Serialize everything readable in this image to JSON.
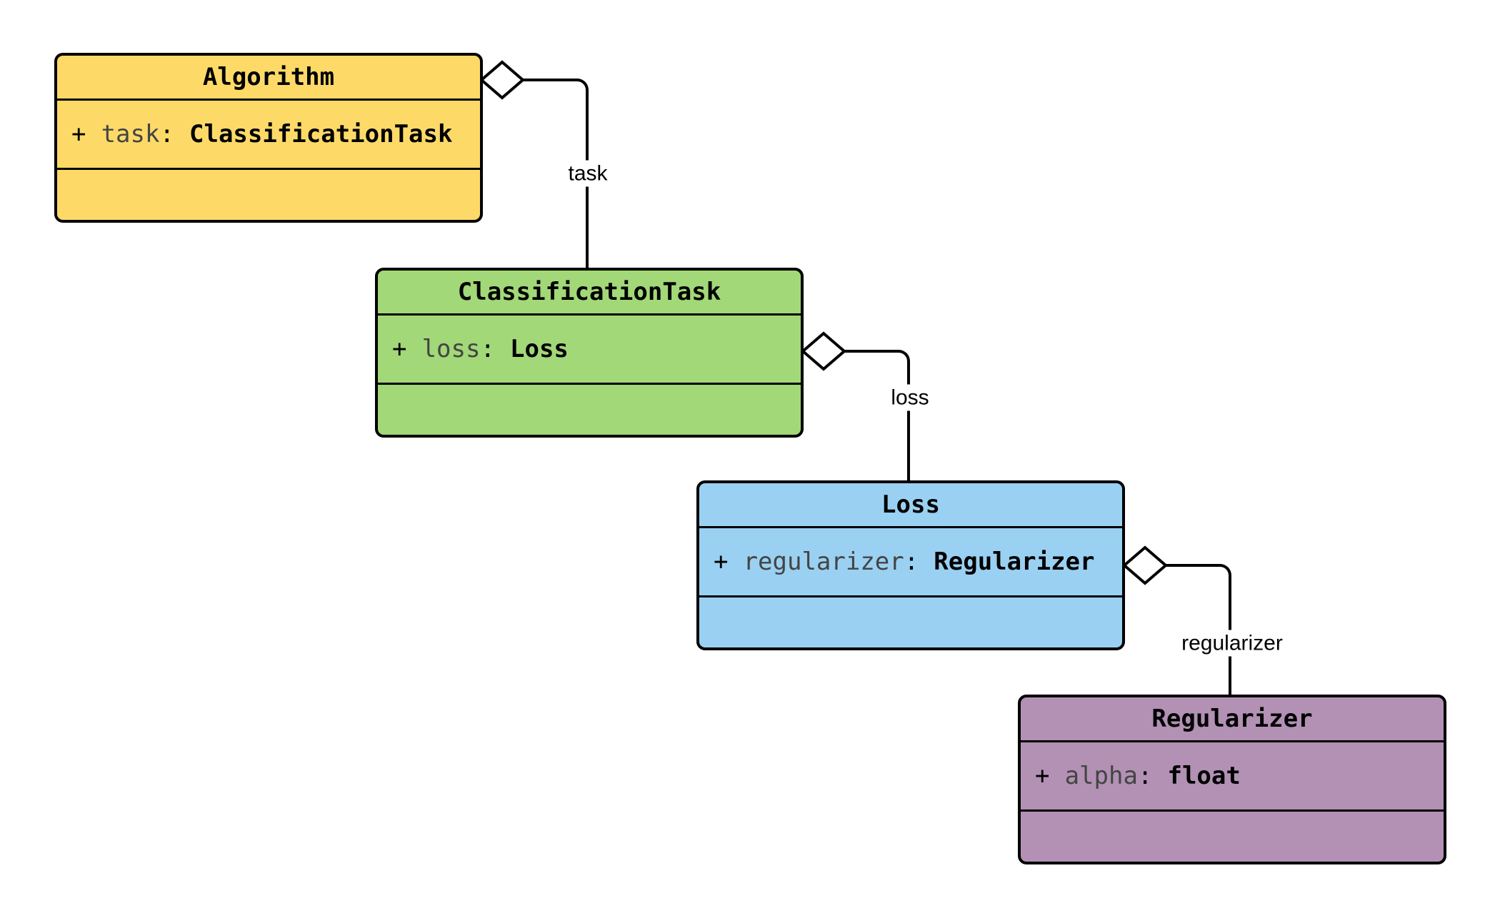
{
  "diagram": {
    "type": "uml-class-diagram",
    "background": "#ffffff",
    "line_color": "#000000",
    "classes": [
      {
        "name": "Algorithm",
        "fill": "#FDDA68",
        "attribute": {
          "visibility": "+",
          "name": "task",
          "colon": ":",
          "type": "ClassificationTask"
        },
        "methods": []
      },
      {
        "name": "ClassificationTask",
        "fill": "#A2D878",
        "attribute": {
          "visibility": "+",
          "name": "loss",
          "colon": ":",
          "type": "Loss"
        },
        "methods": []
      },
      {
        "name": "Loss",
        "fill": "#9AD1F2",
        "attribute": {
          "visibility": "+",
          "name": "regularizer",
          "colon": ":",
          "type": "Regularizer"
        },
        "methods": []
      },
      {
        "name": "Regularizer",
        "fill": "#B291B4",
        "attribute": {
          "visibility": "+",
          "name": "alpha",
          "colon": ":",
          "type": "float"
        },
        "methods": []
      }
    ],
    "edges": [
      {
        "label": "task",
        "from": "Algorithm",
        "to": "ClassificationTask",
        "kind": "aggregation"
      },
      {
        "label": "loss",
        "from": "ClassificationTask",
        "to": "Loss",
        "kind": "aggregation"
      },
      {
        "label": "regularizer",
        "from": "Loss",
        "to": "Regularizer",
        "kind": "aggregation"
      }
    ]
  }
}
